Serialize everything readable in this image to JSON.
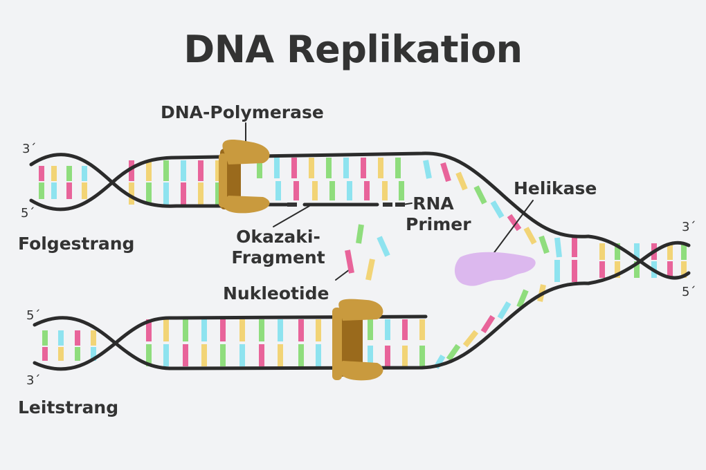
{
  "title": "DNA Replikation",
  "labels": {
    "polymerase": "DNA-Polymerase",
    "helicase": "Helikase",
    "rna_primer": "RNA\nPrimer",
    "okazaki": "Okazaki-\nFragment",
    "nucleotides": "Nukleotide",
    "lagging": "Folgestrang",
    "leading": "Leitstrang"
  },
  "ends": {
    "top_left_upper": "3´",
    "top_left_lower": "5´",
    "bottom_left_upper": "5´",
    "bottom_left_lower": "3´",
    "right_upper": "3´",
    "right_lower": "5´"
  },
  "colors": {
    "background": "#f2f3f5",
    "backbone": "#2b2b2b",
    "text": "#333333",
    "polymerase": "#c99a3e",
    "polymerase_dark": "#9a6a1c",
    "helicase": "#dcb8ee",
    "base_pink": "#e8649a",
    "base_yellow": "#f2d476",
    "base_green": "#8fdd7d",
    "base_cyan": "#8ee3ef"
  }
}
